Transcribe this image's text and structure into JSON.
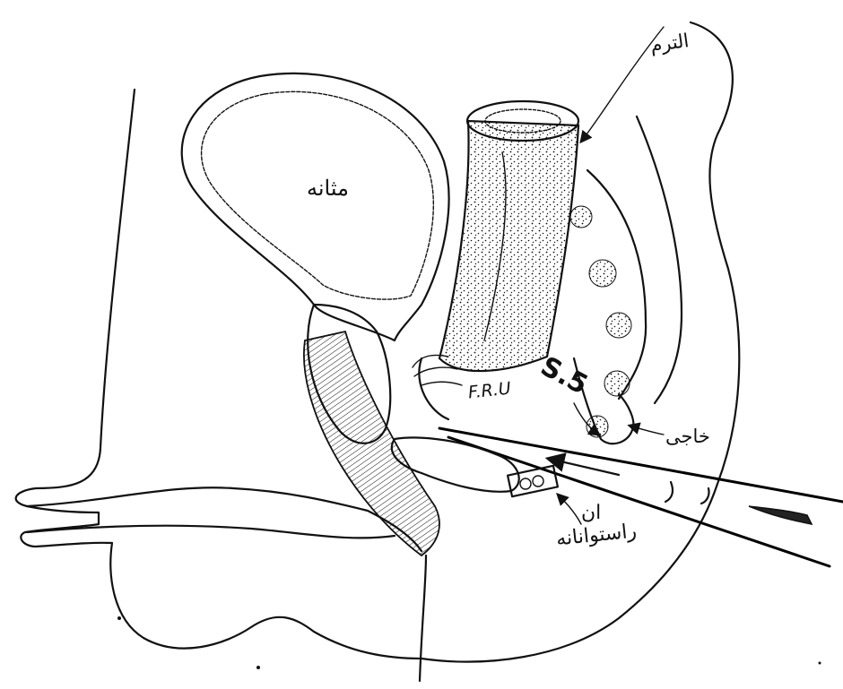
{
  "labels": {
    "bladder": "مثانه",
    "rectum": "الترم",
    "fru": "F.R.U",
    "s5": "S.5",
    "khaji": "خاجی",
    "ligament": "ان",
    "ligament_line2": "راستوانانه"
  }
}
